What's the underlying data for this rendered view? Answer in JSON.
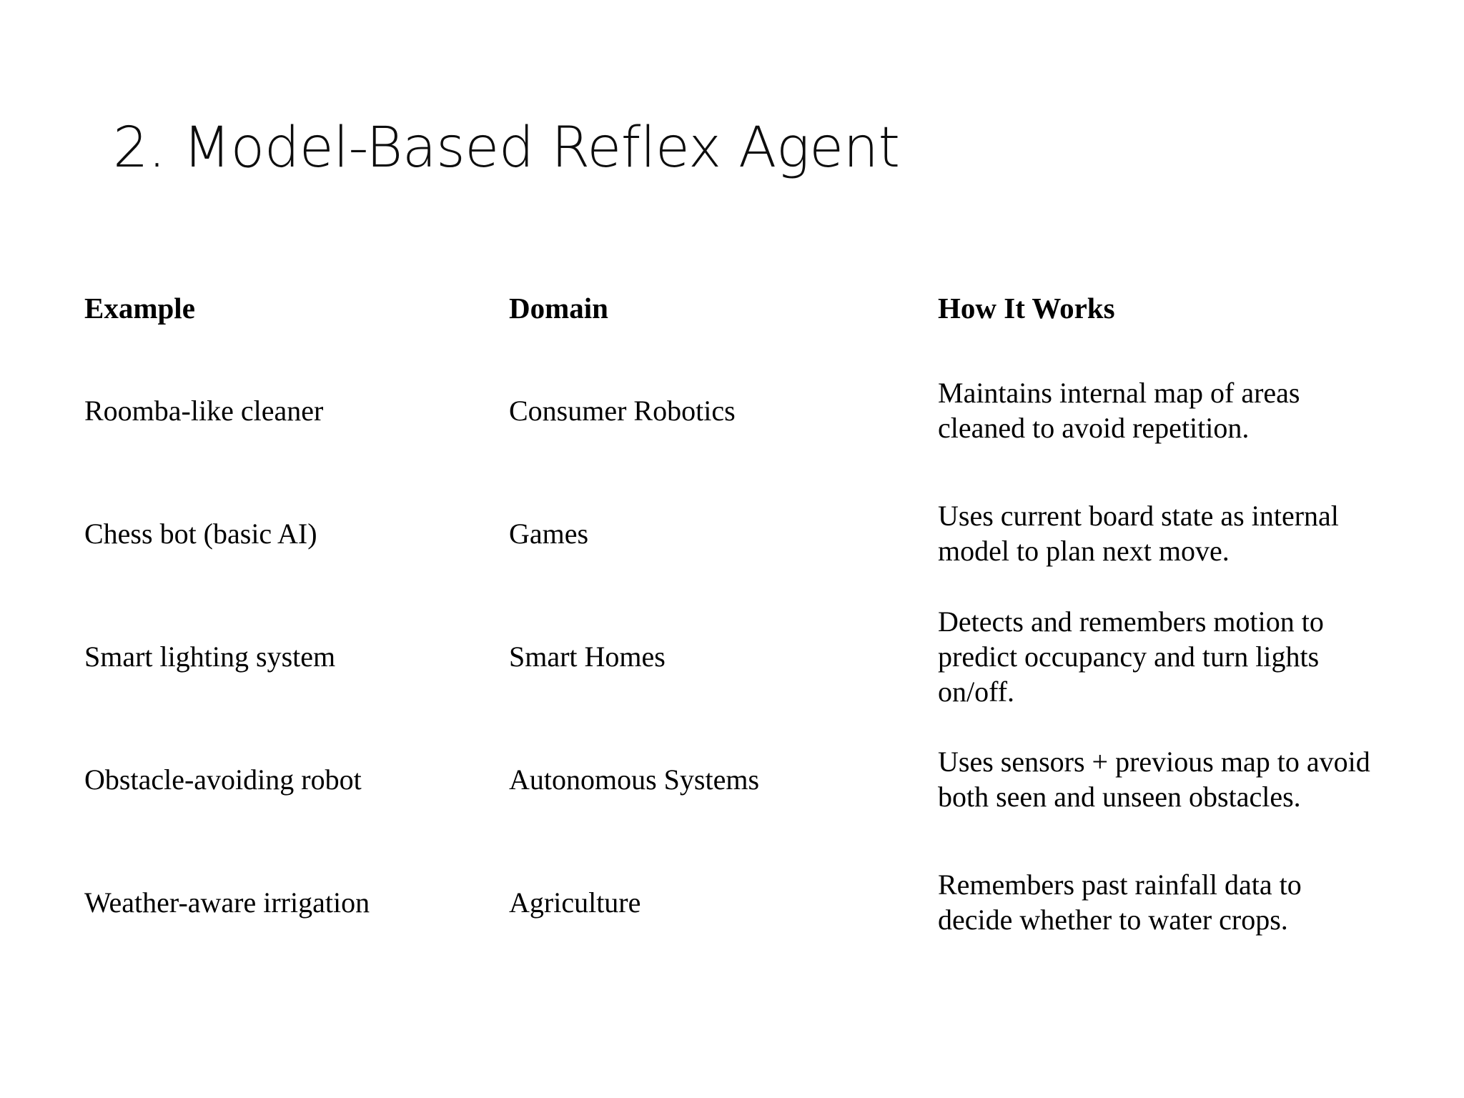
{
  "slide": {
    "title": "2. Model-Based Reflex Agent",
    "background_color": "#ffffff",
    "text_color": "#000000"
  },
  "table": {
    "headers": {
      "example": "Example",
      "domain": "Domain",
      "how_it_works": "How It Works"
    },
    "rows": [
      {
        "example": "Roomba-like cleaner",
        "domain": "Consumer Robotics",
        "how_it_works": "Maintains internal map of areas cleaned to avoid repetition."
      },
      {
        "example": "Chess bot (basic AI)",
        "domain": "Games",
        "how_it_works": "Uses current board state as internal model to plan next move."
      },
      {
        "example": "Smart lighting system",
        "domain": "Smart Homes",
        "how_it_works": "Detects and remembers motion to predict occupancy and turn lights on/off."
      },
      {
        "example": "Obstacle-avoiding robot",
        "domain": "Autonomous Systems",
        "how_it_works": "Uses sensors + previous map to avoid both seen and unseen obstacles."
      },
      {
        "example": "Weather-aware irrigation",
        "domain": "Agriculture",
        "how_it_works": "Remembers past rainfall data to decide whether to water crops."
      }
    ]
  }
}
